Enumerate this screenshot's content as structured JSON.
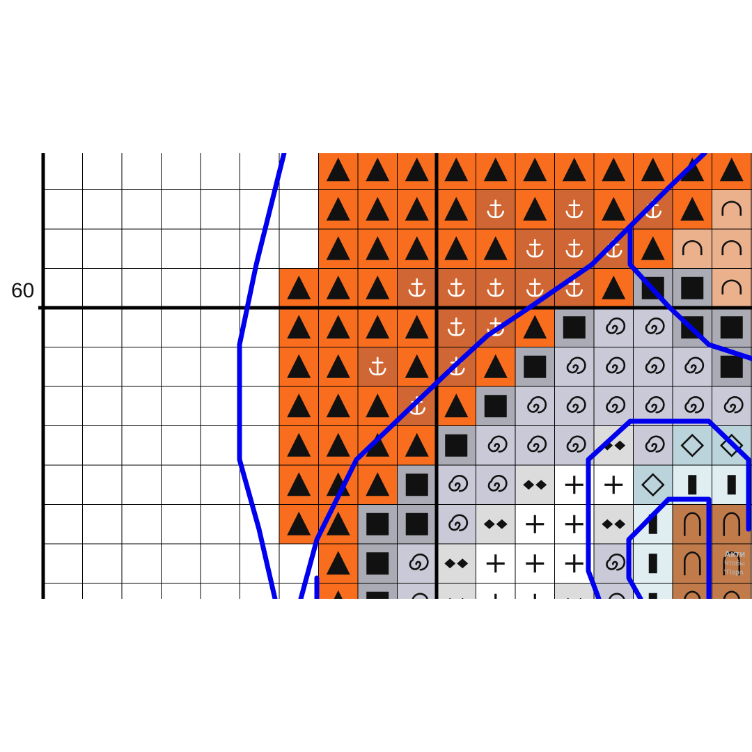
{
  "chart_data": {
    "type": "cross-stitch-chart",
    "row_label": "60",
    "colors": {
      "orange": "#f96d1e",
      "rust": "#d06633",
      "peach": "#ebb08c",
      "gray": "#ababb5",
      "lavender": "#c9c9d8",
      "silver": "#dcdcdc",
      "white": "#ffffff",
      "lightblue": "#bbd3db",
      "paleblue": "#e0eef2",
      "brown": "#c17b4a",
      "outline": "#0000ee",
      "grid": "#000000"
    },
    "symbols": {
      "A": {
        "fill": "orange",
        "glyph": "triangle"
      },
      "B": {
        "fill": "rust",
        "glyph": "anchor"
      },
      "C": {
        "fill": "peach",
        "glyph": "arch-open"
      },
      "D": {
        "fill": "gray",
        "glyph": "square"
      },
      "E": {
        "fill": "lavender",
        "glyph": "spiral"
      },
      "F": {
        "fill": "silver",
        "glyph": "double-diamond"
      },
      "G": {
        "fill": "white",
        "glyph": "plus"
      },
      "H": {
        "fill": "lightblue",
        "glyph": "diamond-outline"
      },
      "I": {
        "fill": "paleblue",
        "glyph": "bar"
      },
      "J": {
        "fill": "brown",
        "glyph": "arch"
      }
    },
    "grid_rows": [
      ".......AAAAAAAAAAAC",
      ".......AAAABABABACC",
      ".......AAAAABBBACCC",
      "......AAABBBBBADDCC",
      "......AAAABBADEEDDC",
      "......AABABADEEEEDD",
      "......AAABADEEEEEEE",
      "......AAAADEEEFEHHE",
      "......AAADEEFGGHIIH",
      "......AADDEFGGFIJJH",
      ".......ADEFGGGEIJJG",
      ".......ADEFGGFEIJJG"
    ]
  },
  "watermark": {
    "title": "Акти",
    "line1": "Чтобы",
    "line2": "\"Пара"
  }
}
